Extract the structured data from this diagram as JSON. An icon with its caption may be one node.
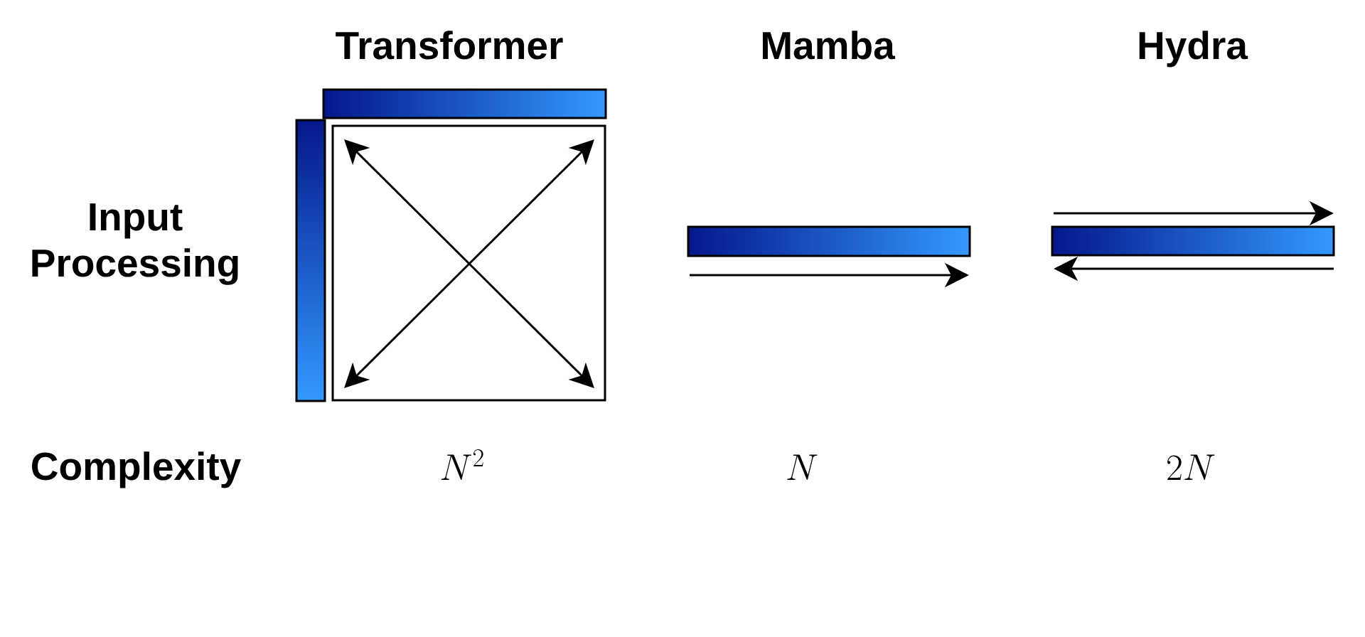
{
  "diagram": {
    "labels": [
      "Transformer",
      "Mamba",
      "Hydra",
      "Input Processing",
      "Complexity",
      "N^2",
      "N",
      "2N"
    ]
  }
}
